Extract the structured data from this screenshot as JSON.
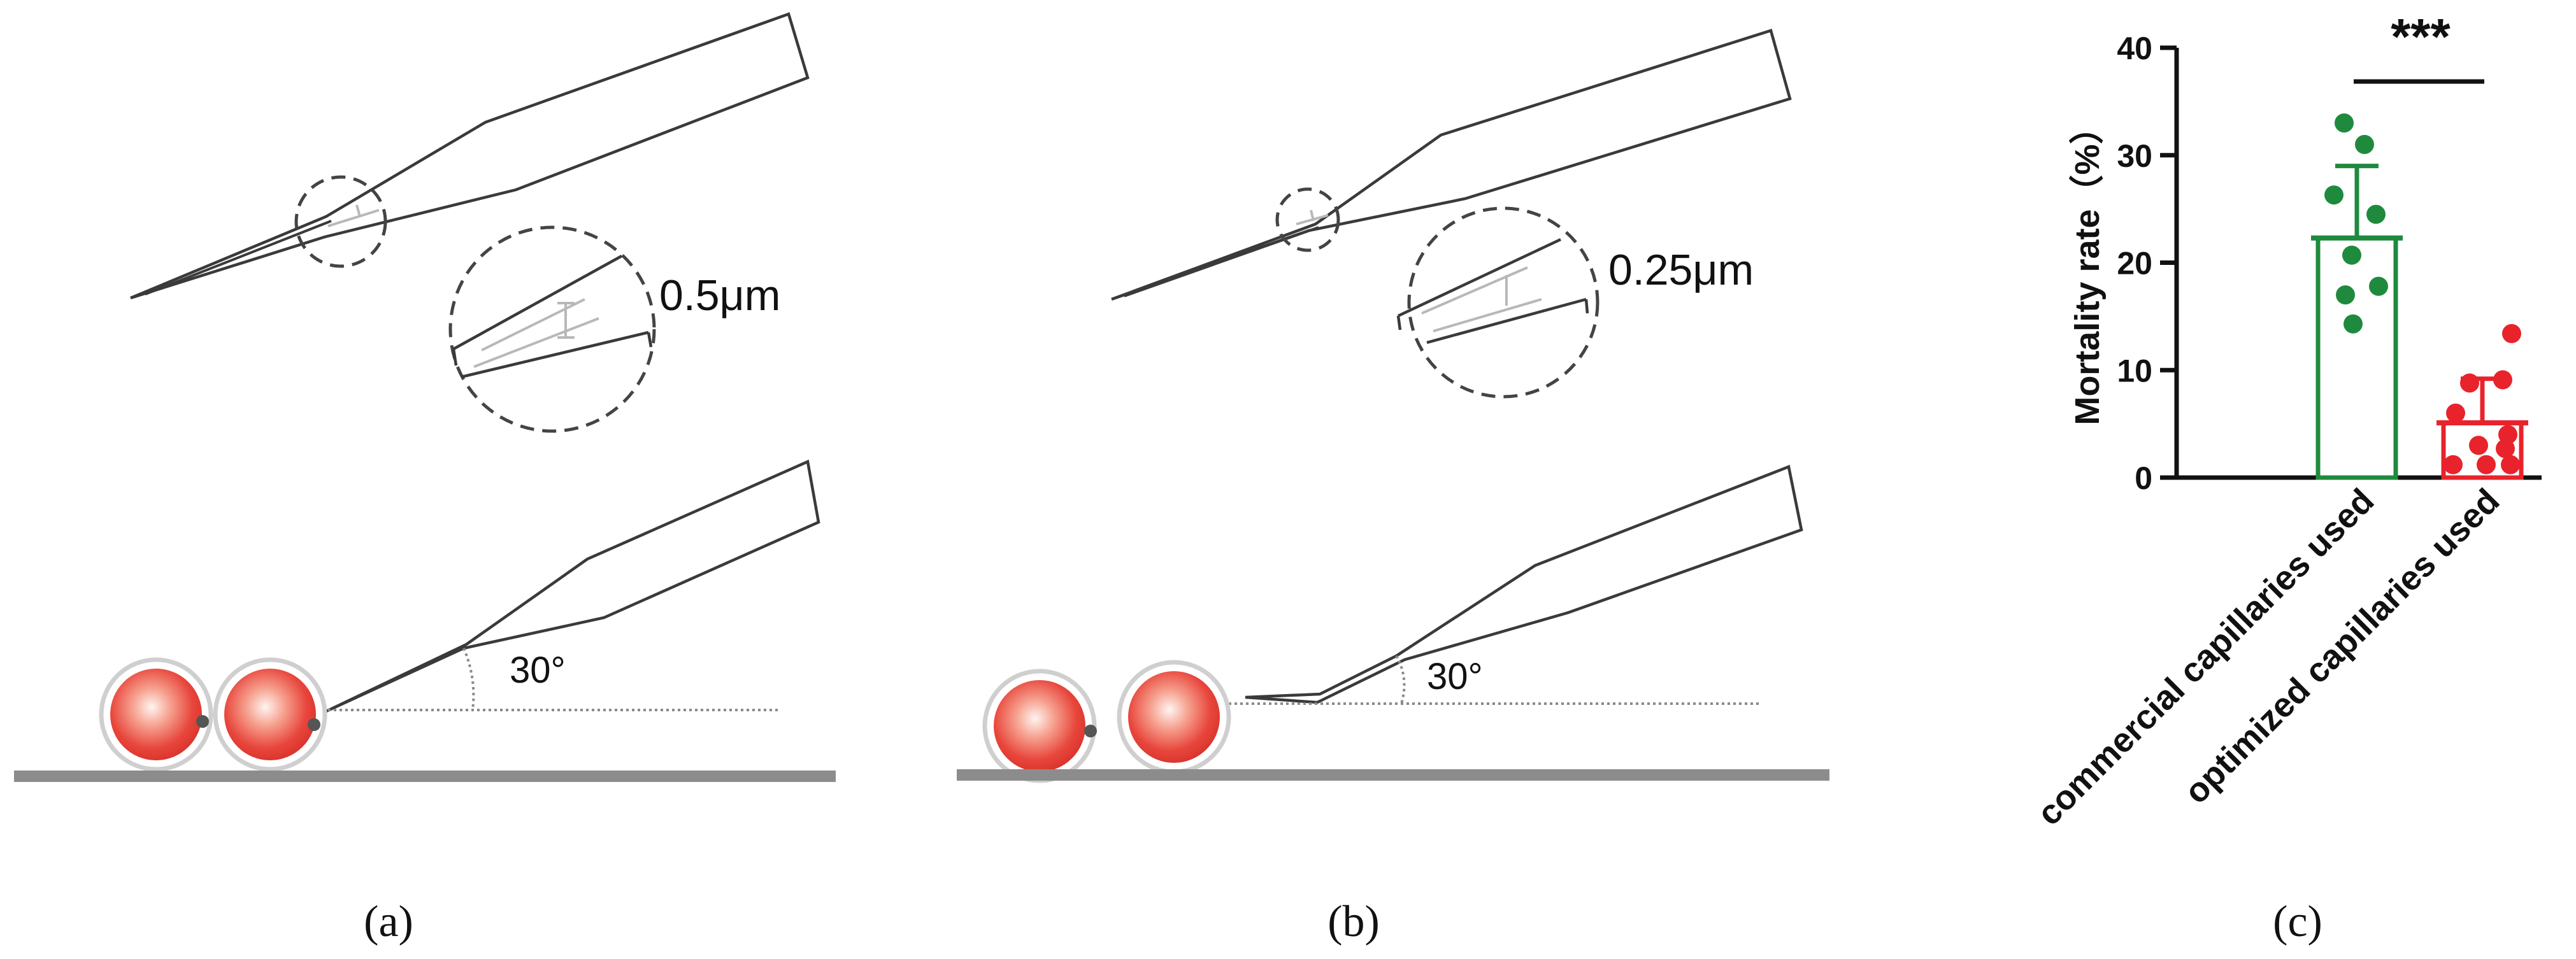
{
  "panel_a": {
    "caption": "(a)",
    "gap_label": "0.5μm",
    "angle_label": "30°"
  },
  "panel_b": {
    "caption": "(b)",
    "gap_label": "0.25μm",
    "angle_label": "30°"
  },
  "panel_c": {
    "caption": "(c)"
  },
  "colors": {
    "commercial": "#1f8a3e",
    "optimized": "#e8232b",
    "egg": "#e8463c",
    "substrate": "#8c8c8c"
  },
  "chart_data": {
    "type": "bar",
    "title": "",
    "xlabel": "",
    "ylabel": "Mortality rate（%）",
    "ylim": [
      0,
      40
    ],
    "yticks": [
      0,
      10,
      20,
      30,
      40
    ],
    "categories": [
      "commercial capillaries used",
      "optimized capillaries used"
    ],
    "values": [
      22.3,
      5.1
    ],
    "error": [
      6.7,
      4.1
    ],
    "points": [
      [
        33.0,
        31.0,
        26.3,
        24.5,
        20.7,
        17.8,
        17.0,
        14.3
      ],
      [
        13.4,
        9.1,
        8.8,
        6.0,
        4.0,
        3.0,
        2.7,
        1.2,
        1.2,
        1.2
      ]
    ],
    "significance": "***"
  }
}
